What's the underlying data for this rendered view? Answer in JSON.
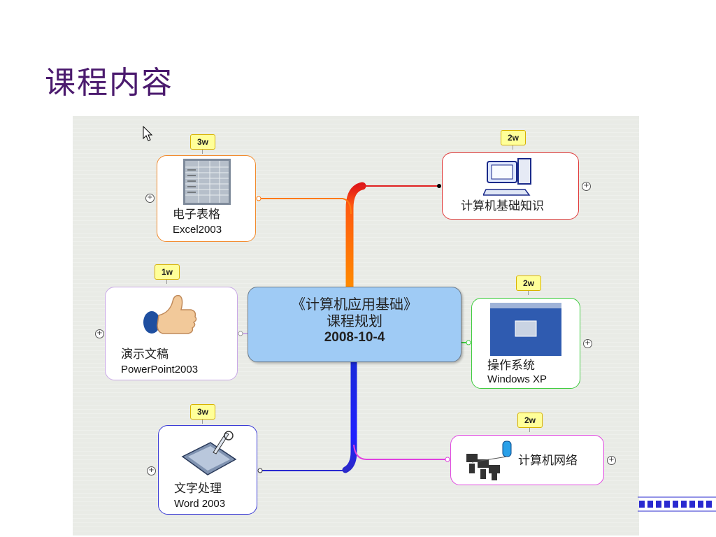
{
  "slide": {
    "title": "课程内容"
  },
  "mindmap": {
    "central": {
      "line1": "《计算机应用基础》",
      "line2": "课程规划",
      "line3": "2008-10-4"
    },
    "nodes": {
      "excel": {
        "label": "电子表格",
        "sublabel": "Excel2003",
        "tag": "3w",
        "icon": "spreadsheet-icon",
        "color": "#f28a2c"
      },
      "powerpoint": {
        "label": "演示文稿",
        "sublabel": "PowerPoint2003",
        "tag": "1w",
        "icon": "thumbs-up-icon",
        "color": "#c9a8e6"
      },
      "word": {
        "label": "文字处理",
        "sublabel": "Word 2003",
        "tag": "3w",
        "icon": "pen-tablet-icon",
        "color": "#3b3bd6"
      },
      "basics": {
        "label": "计算机基础知识",
        "tag": "2w",
        "icon": "computer-icon",
        "color": "#e03a3a"
      },
      "os": {
        "label": "操作系统",
        "sublabel": "Windows XP",
        "tag": "2w",
        "icon": "windows-screen-icon",
        "color": "#3fcc3f"
      },
      "network": {
        "label": "计算机网络",
        "tag": "2w",
        "icon": "network-icon",
        "color": "#e04ae0"
      }
    }
  }
}
